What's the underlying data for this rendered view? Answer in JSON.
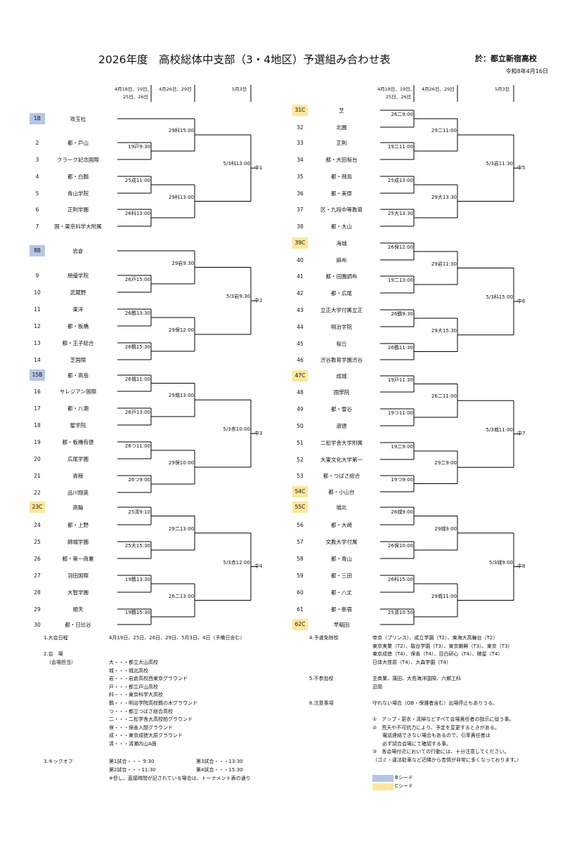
{
  "header": {
    "title": "2026年度　高校総体中支部（3・4地区）予選組み合わせ表",
    "venue": "於：都立新宿高校",
    "date": "令和8年4月16日"
  },
  "col_headers": {
    "r1": "4月18日、19日、",
    "r1b": "25日、26日",
    "r2": "4月26日、29日",
    "r3": "5月3日"
  },
  "left_teams": [
    {
      "n": "1B",
      "name": "攻玉社",
      "seed": "B"
    },
    {
      "n": "2",
      "name": "都・戸山"
    },
    {
      "n": "3",
      "name": "クラーク記念国際"
    },
    {
      "n": "4",
      "name": "都・白鷗"
    },
    {
      "n": "5",
      "name": "青山学院"
    },
    {
      "n": "6",
      "name": "正則学園"
    },
    {
      "n": "7",
      "name": "国・東京科学大附属"
    },
    {
      "n": "8B",
      "name": "岩倉",
      "seed": "B"
    },
    {
      "n": "9",
      "name": "朋優学院"
    },
    {
      "n": "10",
      "name": "武蔵野"
    },
    {
      "n": "11",
      "name": "東洋"
    },
    {
      "n": "12",
      "name": "都・板橋"
    },
    {
      "n": "13",
      "name": "都・王子総合"
    },
    {
      "n": "14",
      "name": "芝国際"
    },
    {
      "n": "15B",
      "name": "都・高島",
      "seed": "B"
    },
    {
      "n": "16",
      "name": "サレジアン国際"
    },
    {
      "n": "17",
      "name": "都・八潮"
    },
    {
      "n": "18",
      "name": "聖学院"
    },
    {
      "n": "19",
      "name": "都・板橋有徳"
    },
    {
      "n": "20",
      "name": "広尾学園"
    },
    {
      "n": "21",
      "name": "青稜"
    },
    {
      "n": "22",
      "name": "品川翔英"
    },
    {
      "n": "23C",
      "name": "高輪",
      "seed": "C"
    },
    {
      "n": "24",
      "name": "都・上野"
    },
    {
      "n": "25",
      "name": "錦城学園"
    },
    {
      "n": "26",
      "name": "都・第一商業"
    },
    {
      "n": "27",
      "name": "羽田国際"
    },
    {
      "n": "28",
      "name": "大智学園"
    },
    {
      "n": "29",
      "name": "順天"
    },
    {
      "n": "30",
      "name": "都・日比谷"
    }
  ],
  "right_teams": [
    {
      "n": "31C",
      "name": "芝",
      "seed": "C"
    },
    {
      "n": "32",
      "name": "北園"
    },
    {
      "n": "33",
      "name": "正則"
    },
    {
      "n": "34",
      "name": "都・大田桜台"
    },
    {
      "n": "35",
      "name": "都・飛鳥"
    },
    {
      "n": "36",
      "name": "都・美原"
    },
    {
      "n": "37",
      "name": "区・九段中等教育"
    },
    {
      "n": "38",
      "name": "都・大山"
    },
    {
      "n": "39C",
      "name": "海城",
      "seed": "C"
    },
    {
      "n": "40",
      "name": "麻布"
    },
    {
      "n": "41",
      "name": "都・田園調布"
    },
    {
      "n": "42",
      "name": "都・広尾"
    },
    {
      "n": "43",
      "name": "立正大学付属立正"
    },
    {
      "n": "44",
      "name": "明治学院"
    },
    {
      "n": "45",
      "name": "桜丘"
    },
    {
      "n": "46",
      "name": "渋谷教育学園渋谷"
    },
    {
      "n": "47C",
      "name": "成城",
      "seed": "C"
    },
    {
      "n": "48",
      "name": "國學院"
    },
    {
      "n": "49",
      "name": "都・雪谷"
    },
    {
      "n": "50",
      "name": "淑徳"
    },
    {
      "n": "51",
      "name": "二松学舎大学附属"
    },
    {
      "n": "52",
      "name": "大東文化大学第一"
    },
    {
      "n": "53",
      "name": "都・つばさ総合"
    },
    {
      "n": "54C",
      "name": "都・小山台",
      "seed": "C"
    },
    {
      "n": "55C",
      "name": "城北",
      "seed": "C"
    },
    {
      "n": "56",
      "name": "都・大崎"
    },
    {
      "n": "57",
      "name": "文教大学付属"
    },
    {
      "n": "58",
      "name": "都・青山"
    },
    {
      "n": "59",
      "name": "都・三田"
    },
    {
      "n": "60",
      "name": "都・八丈"
    },
    {
      "n": "61",
      "name": "都・新宿"
    },
    {
      "n": "62C",
      "name": "早稲田",
      "seed": "C"
    }
  ],
  "matches": {
    "L1": "19戸9:30",
    "L2": "25成11:00",
    "L3": "26科13:00",
    "L4": "29科15:00",
    "L5": "29科13:00",
    "L6": "5/3科13:00",
    "L6b": "中1",
    "L7": "26戸15:00",
    "L8": "26鶴13:30",
    "L9": "26鶴15:30",
    "L10": "29岩9:30",
    "L11": "29保12:00",
    "L12": "5/3岩9:30",
    "L12b": "中2",
    "L13": "26城11:00",
    "L14": "26戸13:00",
    "L15": "26つ11:00",
    "L16": "26つ9:00",
    "L17": "29城13:00",
    "L18": "29保10:00",
    "L19": "5/3赤10:00",
    "L19b": "中3",
    "L20": "25清9:10",
    "L21": "25大15:30",
    "L22": "19鶴13:30",
    "L23": "19鶴15:30",
    "L24": "29二13:00",
    "L25": "26二13:00",
    "L26": "5/3赤12:00",
    "L26b": "中4",
    "R1": "26二9:00",
    "R2": "19二11:00",
    "R3": "25成13:00",
    "R4": "25大13:30",
    "R5": "29二11:00",
    "R6": "29大13:30",
    "R7": "5/3岩11:30",
    "R7b": "中5",
    "R8": "26保12:00",
    "R9": "19二13:00",
    "R10": "26鶴9:30",
    "R11": "26鶴11:30",
    "R12": "29岩11:30",
    "R13": "29大15:30",
    "R14": "5/3科15:00",
    "R14b": "中6",
    "R15": "19戸11:30",
    "R16": "19つ11:00",
    "R17": "19二9:00",
    "R18": "19つ9:00",
    "R19": "26二11:00",
    "R20": "29二9:00",
    "R21": "5/3城11:00",
    "R21b": "中7",
    "R22": "26城9:00",
    "R23": "26保10:00",
    "R24": "26科15:00",
    "R25": "25清10:50",
    "R26": "29城9:00",
    "R27": "29城11:00",
    "R28": "5/3城9:00",
    "R28b": "中8"
  },
  "notes": {
    "s1_label": "1.大会日程",
    "s1_text": "4月19日、25日、26日、29日、5月3日、4日（予備日含む）",
    "s2_label": "2.会　場",
    "s2_sub": "（会場担当）",
    "venues": [
      "大・・・都立大山高校",
      "城・・・城北高校",
      "岩・・・岩倉高校西東京グラウンド",
      "戸・・・都立戸山高校",
      "科・・・東京科学大高校",
      "鶴・・・明治学院高校鶴の木グラウンド",
      "つ・・・都立つばさ総合高校",
      "二・・・二松学舎大高校柏グラウンド",
      "保・・・保善入間グラウンド",
      "成・・・東京成徳大原グラウンド",
      "清・・・清瀬内山A面"
    ],
    "s3_label": "3.キックオフ",
    "k1": "第1試合・・・ 9:30",
    "k2": "第2試合・・・11:30",
    "k3": "第3試合・・・13:30",
    "k4": "第4試合・・・15:30",
    "k_note": "※但し、直接時間が記されている場合は、トーナメント表の通り",
    "s4_label": "4.予選免除校",
    "s4_lines": [
      "帝京（プリンス）、成立学園（T2）、東海大高輪台（T2）",
      "東京実業（T2）、駿台学園（T3）、東京朝鮮（T3）、東京（T3）",
      "東京成徳（T4）、保善（T4）、目白研心（T4）、暁星（T4）",
      "日体大荏原（T4）、大森学園（T4）"
    ],
    "s5_label": "5.不参加校",
    "s5_lines": [
      "芝商業、蒲田、大島海洋国際、六郷工科",
      "忍岡"
    ],
    "s6_label": "6.注意事項",
    "s6_text": "守れない場合（OB・保護者含む）出場停止もありうる。",
    "rules": [
      "①　アップ・更衣・清掃などすべて会場責任者の指示に従う事。",
      "②　荒天や不可抗力により、予定を変更するときがある。",
      "　　電話連絡できない場合もあるので、引率責任者は",
      "　　必ず試合会場にて確認する事。",
      "③　各会場付近においての行動には、十分注意してください。",
      "（ゴミ・違法駐車など近隣から苦情が非常に多くなっております。）"
    ],
    "legend_b": "Bシード",
    "legend_c": "Cシード"
  },
  "colors": {
    "seedB": "#b4c6e7",
    "seedC": "#ffe699"
  }
}
